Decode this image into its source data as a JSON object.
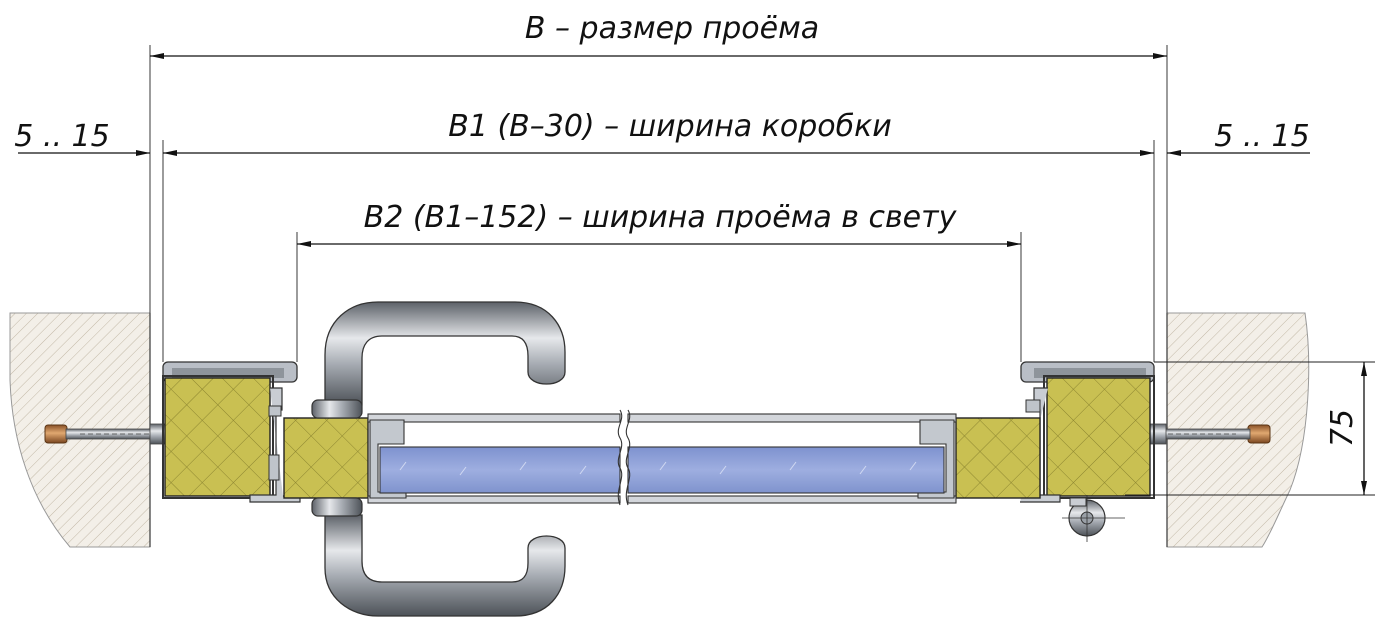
{
  "dimensions": {
    "opening_width": "B  – размер проёма",
    "frame_width": "B1 (B–30) – ширина коробки",
    "clear_opening_width": "B2 (B1–152) – ширина проёма в свету",
    "gap_left": "5 .. 15",
    "gap_right": "5 .. 15",
    "frame_depth": "75"
  },
  "colors": {
    "insulation": "#c8bf52",
    "glass": "#8d9fd2",
    "metal": "#c9cdd3",
    "wall_hatch": "#b9b0a0",
    "handle_steel": "#8a8f96",
    "anchor_copper": "#b87a45"
  }
}
